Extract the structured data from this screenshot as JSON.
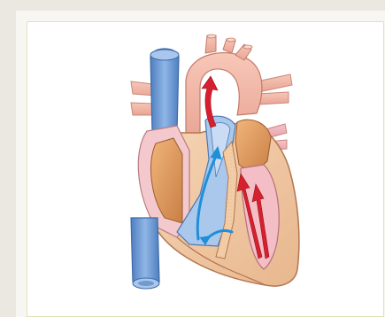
{
  "figure": {
    "subject": "heart-cross-section",
    "colors": {
      "page_bg": "#ebe8e2",
      "card_border": "#dfe3b8",
      "vein_blue": "#6f9bd1",
      "deoxygenated_flow": "#3aa6e0",
      "oxygenated_flow": "#d6202f",
      "heart_muscle": "#f0c8a2",
      "chamber_wall": "#c98a5c",
      "aorta": "#f2b6a8"
    },
    "arrows": {
      "right_side": "blue",
      "left_side": "red"
    }
  }
}
